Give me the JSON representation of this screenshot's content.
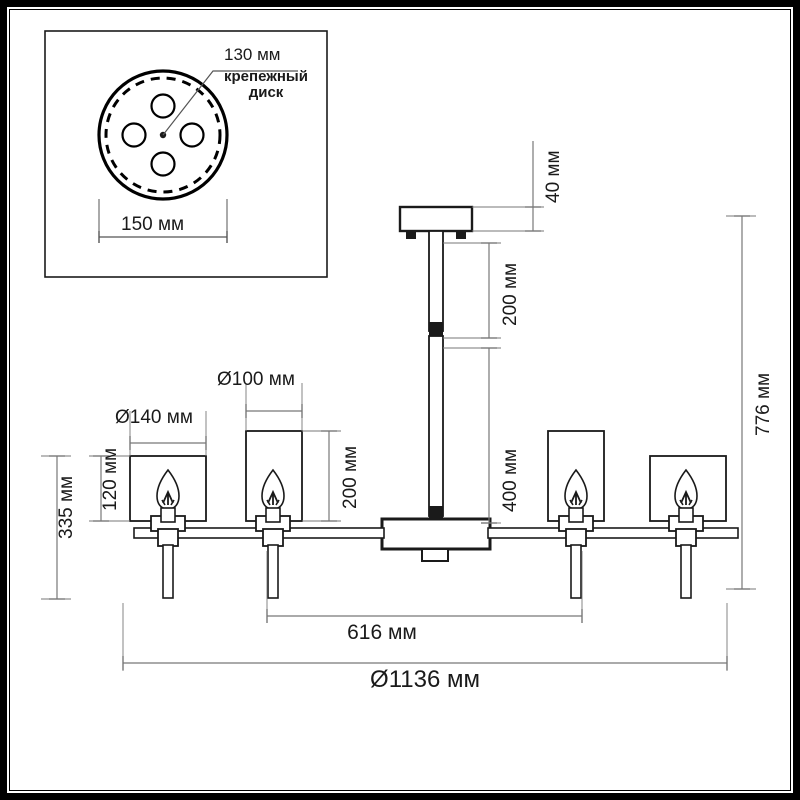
{
  "drawing": {
    "title": "Chandelier technical dimension drawing",
    "units": "мм",
    "line_color": "#1a1a1a",
    "frame_color": "#000000"
  },
  "detail_view": {
    "name": "mounting-disc-detail",
    "callout_label": "крепежный\nдиск",
    "callout_line1": "крепежный",
    "callout_line2": "диск",
    "disc_outer_diameter": "150 мм",
    "disc_inner_diameter": "130 мм",
    "screw_hole_count": 4
  },
  "dimensions": {
    "canopy_height": "40 мм",
    "rod_upper": "200 мм",
    "rod_lower": "400 мм",
    "total_height": "776 мм",
    "shade_outer_diameter": "Ø140 мм",
    "shade_inner_diameter": "Ø100 мм",
    "shade_height": "200 мм",
    "arm_drop": "120 мм",
    "fixture_height": "335 мм",
    "inner_span": "616 мм",
    "overall_diameter": "Ø1136 мм"
  },
  "fixture": {
    "lamp_count": 4,
    "shade_shape": "cylinder",
    "bulb_shape": "candle"
  }
}
